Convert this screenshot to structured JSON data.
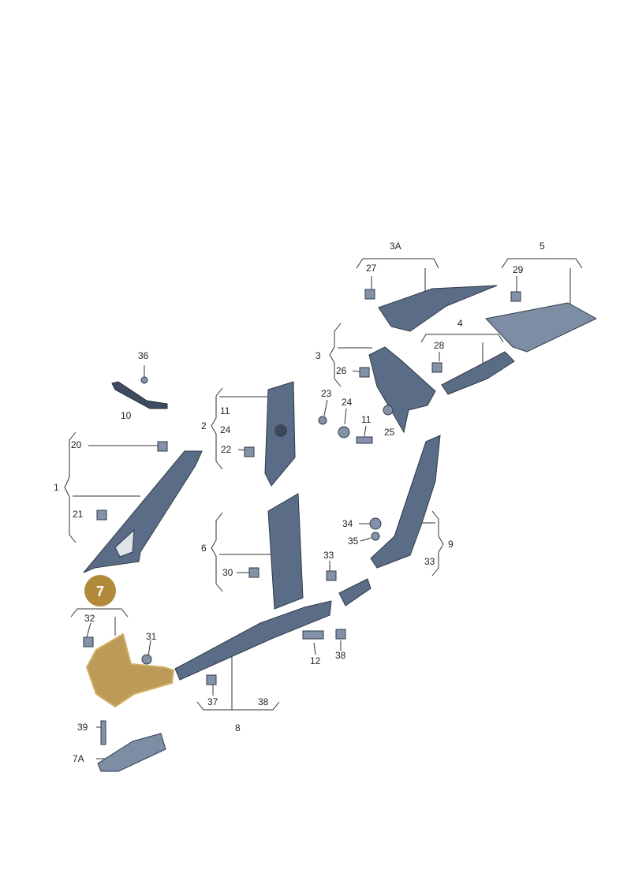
{
  "badge": {
    "label": "7",
    "color": "#b08a3a"
  },
  "labels": {
    "l3A": "3A",
    "l5": "5",
    "l27": "27",
    "l29": "29",
    "l4": "4",
    "l28": "28",
    "l3": "3",
    "l26": "26",
    "l36": "36",
    "l10": "10",
    "l23": "23",
    "l24b": "24",
    "l11b": "11",
    "l25": "25",
    "l2": "2",
    "l11": "11",
    "l24": "24",
    "l22": "22",
    "l20": "20",
    "l1": "1",
    "l21": "21",
    "l34": "34",
    "l35": "35",
    "l9": "9",
    "l33r": "33",
    "l6": "6",
    "l30": "30",
    "l33": "33",
    "l32": "32",
    "l31": "31",
    "l12": "12",
    "l38b": "38",
    "l37": "37",
    "l38": "38",
    "l8": "8",
    "l39": "39",
    "l7A": "7A"
  }
}
